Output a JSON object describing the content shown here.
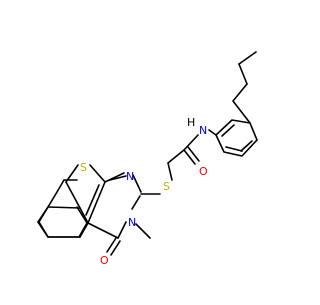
{
  "molecule": {
    "atom_labels": {
      "S_thiophene": "S",
      "N_ring_top": "N",
      "N_ring_methyl": "N",
      "O_ring": "O",
      "S_thioether": "S",
      "O_amide": "O",
      "N_amide": "N",
      "H_amide": "H"
    }
  },
  "colors": {
    "bond": "#000000",
    "sulfur": "#b8b800",
    "nitrogen": "#0000ff",
    "oxygen": "#ff0000",
    "background": "#ffffff"
  }
}
